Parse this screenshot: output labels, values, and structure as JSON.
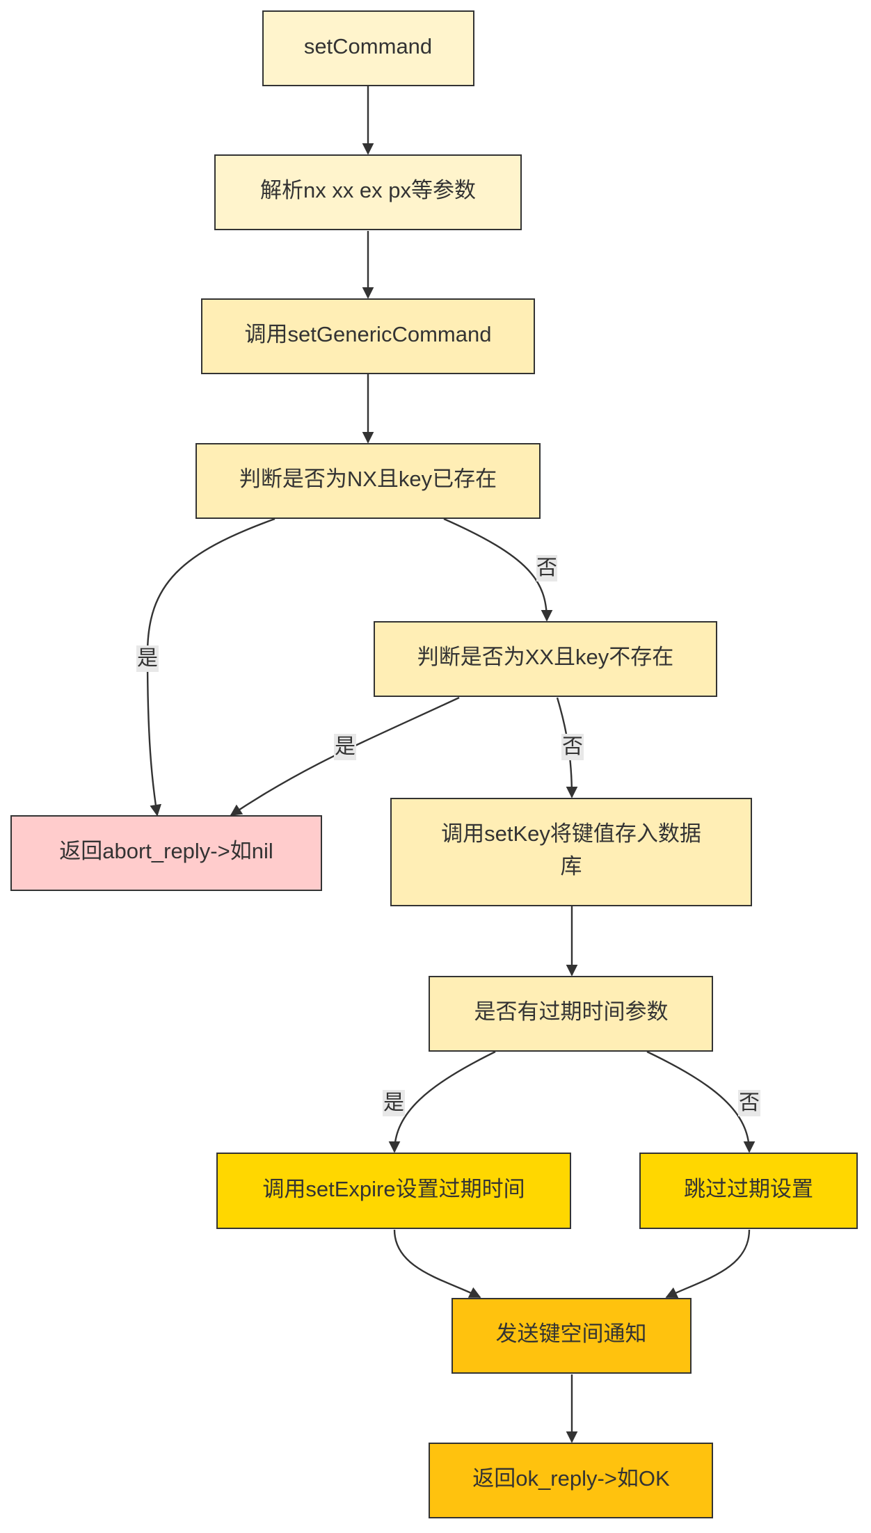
{
  "nodes": {
    "set_command": {
      "label": "setCommand",
      "fill": "#fff4cc"
    },
    "parse_args": {
      "label": "解析nx xx ex px等参数",
      "fill": "#fff4cc"
    },
    "call_set_generic": {
      "label": "调用setGenericCommand",
      "fill": "#ffeeb5"
    },
    "check_nx": {
      "label": "判断是否为NX且key已存在",
      "fill": "#ffeeb5"
    },
    "check_xx": {
      "label": "判断是否为XX且key不存在",
      "fill": "#ffeeb5"
    },
    "return_abort": {
      "label": "返回abort_reply->如nil",
      "fill": "#ffcccc"
    },
    "call_setkey": {
      "label_line1": "调用setKey将键值存入数据",
      "label_line2": "库",
      "fill": "#ffeeb5"
    },
    "has_expire": {
      "label": "是否有过期时间参数",
      "fill": "#ffeeb5"
    },
    "call_setexpire": {
      "label": "调用setExpire设置过期时间",
      "fill": "#ffd700"
    },
    "skip_expire": {
      "label": "跳过过期设置",
      "fill": "#ffd700"
    },
    "send_notify": {
      "label": "发送键空间通知",
      "fill": "#ffc20e"
    },
    "return_ok": {
      "label": "返回ok_reply->如OK",
      "fill": "#ffc20e"
    }
  },
  "edge_labels": {
    "nx_yes": "是",
    "nx_no": "否",
    "xx_yes": "是",
    "xx_no": "否",
    "expire_yes": "是",
    "expire_no": "否"
  },
  "colors": {
    "stroke": "#333333",
    "edge_label_bg": "#e8e8e8"
  }
}
